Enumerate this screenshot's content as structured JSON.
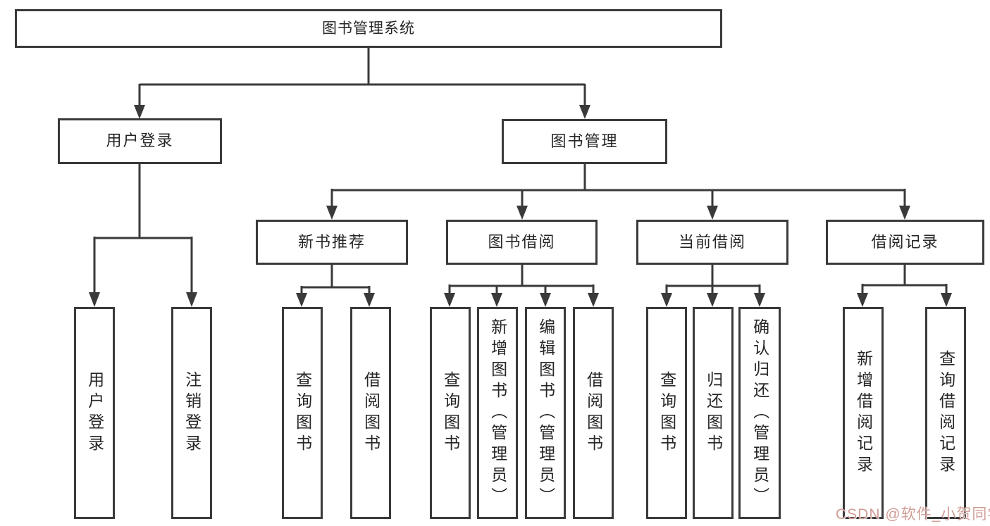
{
  "diagram": {
    "root": {
      "label": "图书管理系统"
    },
    "branches": [
      {
        "label": "用户登录",
        "children": [
          {
            "label": "用户登录"
          },
          {
            "label": "注销登录"
          }
        ]
      },
      {
        "label": "图书管理",
        "sections": [
          {
            "label": "新书推荐",
            "children": [
              {
                "label": "查询图书"
              },
              {
                "label": "借阅图书"
              }
            ]
          },
          {
            "label": "图书借阅",
            "children": [
              {
                "label": "查询图书"
              },
              {
                "label": "新增图书（管理员）"
              },
              {
                "label": "编辑图书（管理员）"
              },
              {
                "label": "借阅图书"
              }
            ]
          },
          {
            "label": "当前借阅",
            "children": [
              {
                "label": "查询图书"
              },
              {
                "label": "归还图书"
              },
              {
                "label": "确认归还（管理员）"
              }
            ]
          },
          {
            "label": "借阅记录",
            "children": [
              {
                "label": "新增借阅记录"
              },
              {
                "label": "查询借阅记录"
              }
            ]
          }
        ]
      }
    ]
  },
  "watermark": {
    "text": "CSDN @软件_小贺同学"
  },
  "colors": {
    "line": "#3a3a3a",
    "text": "#262626",
    "background": "#ffffff",
    "watermark": "#cf9d95"
  }
}
